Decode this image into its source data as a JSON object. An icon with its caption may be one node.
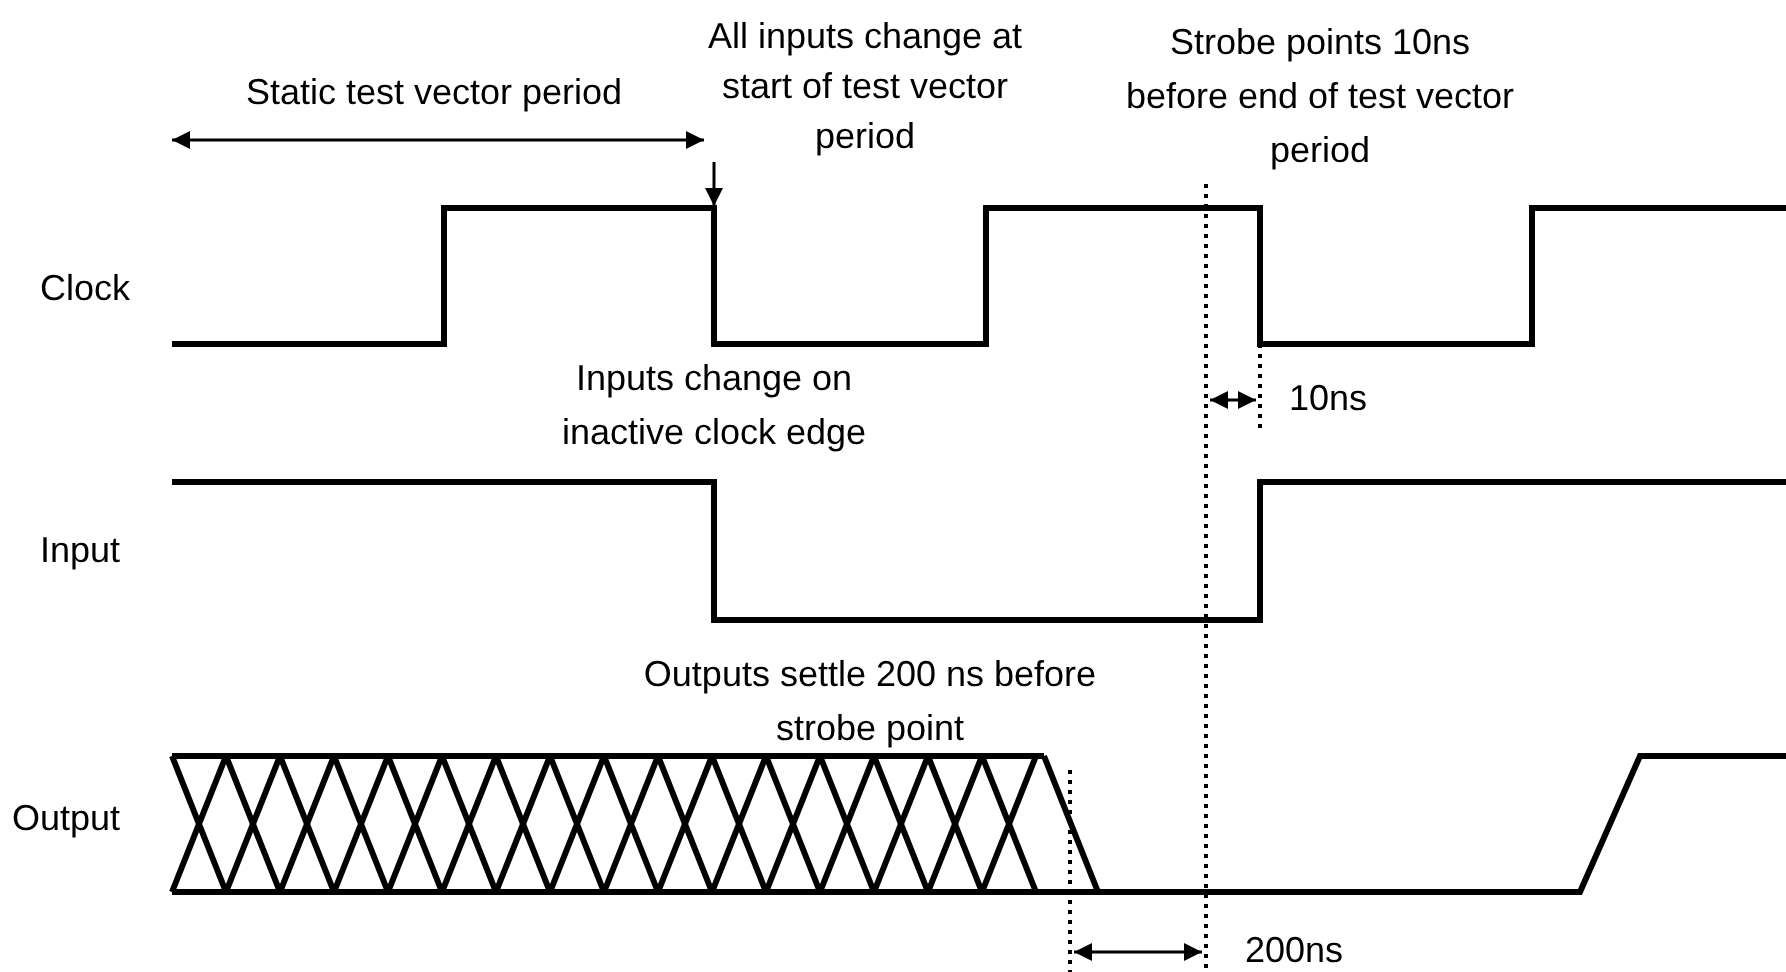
{
  "diagram": {
    "nodes": [
      {
        "text": [
          "All inputs change at start of test vector period"
        ]
      },
      {
        "text": [],
        "shape": "picture"
      }
    ],
    "edges": [
      {
        "from": 0,
        "to": 1,
        "arrow": "to"
      }
    ],
    "labels": [
      "Static test vector period",
      "Strobe points 10ns before end of test vector period",
      "Clock",
      "10ns",
      "Inputs change on inactive clock edge",
      "Input",
      "Outputs settle 200 ns before strobe point",
      "Output",
      "200ns"
    ]
  }
}
